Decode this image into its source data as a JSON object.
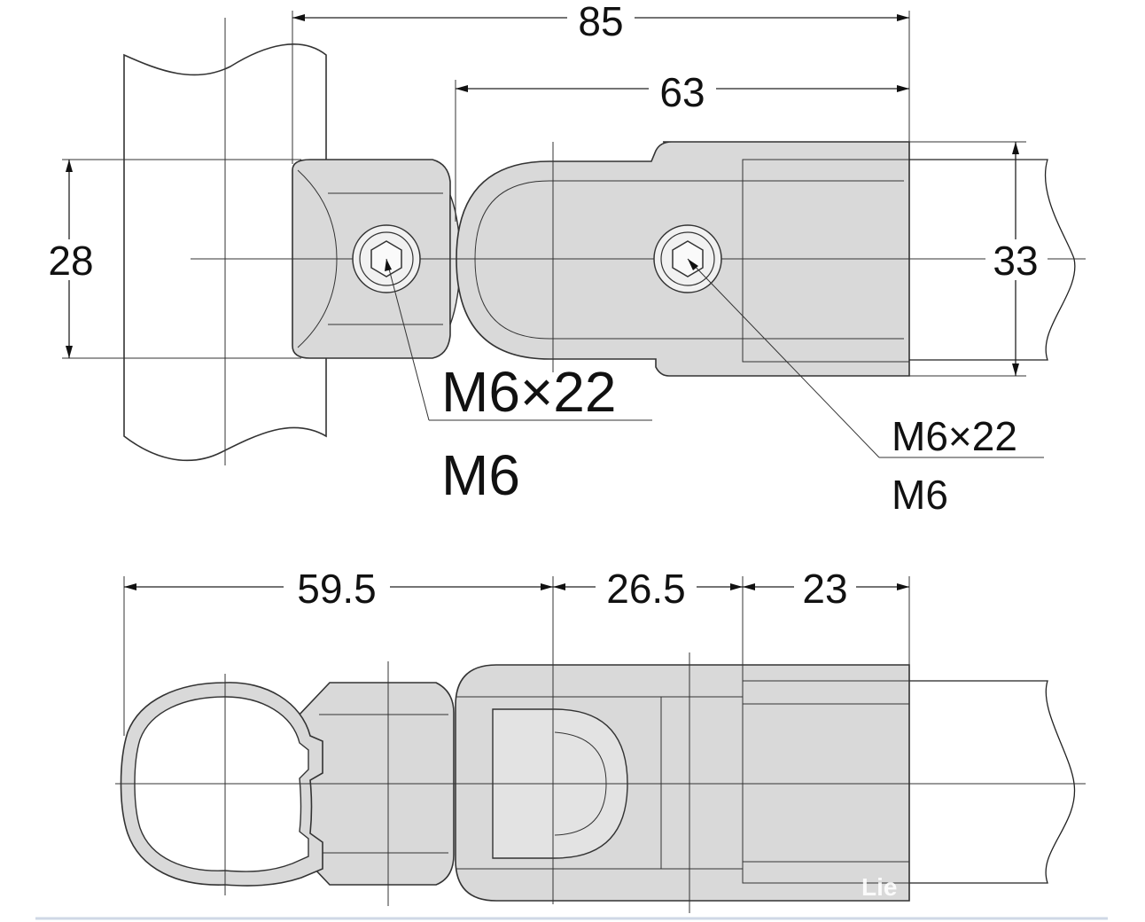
{
  "diagram": {
    "top_view": {
      "dim_overall": "85",
      "dim_clamp": "63",
      "dim_left_height": "28",
      "dim_right_height": "33",
      "bolt_left_size": "M6×22",
      "bolt_left_thread": "M6",
      "bolt_right_size": "M6×22",
      "bolt_right_thread": "M6"
    },
    "bottom_view": {
      "dim_a": "59.5",
      "dim_b": "26.5",
      "dim_c": "23"
    },
    "watermark": "Lie"
  },
  "colors": {
    "part_fill": "#d9d9d9",
    "line": "#222222"
  }
}
